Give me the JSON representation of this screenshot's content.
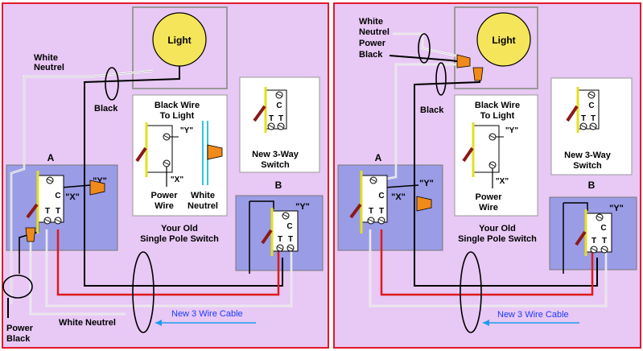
{
  "panels": [
    {
      "light": "Light",
      "white_neutrel_top_1": "White",
      "white_neutrel_top_2": "Neutrel",
      "black_cable": "Black",
      "box_a": "A",
      "box_b": "B",
      "x_marker": "\"X\"",
      "y_marker_a": "\"Y\"",
      "y_marker_b": "\"Y\"",
      "c_a": "C",
      "t1_a": "T",
      "t2_a": "T",
      "c_b": "C",
      "t1_b": "T",
      "t2_b": "T",
      "old_title_1": "Black Wire",
      "old_title_2": "To Light",
      "old_y": "\"Y\"",
      "old_x": "\"X\"",
      "power_wire_1": "Power",
      "power_wire_2": "Wire",
      "white_neutrel_old_1": "White",
      "white_neutrel_old_2": "Neutrel",
      "old_caption_1": "Your Old",
      "old_caption_2": "Single Pole Switch",
      "new_sw_c": "C",
      "new_sw_t1": "T",
      "new_sw_t2": "T",
      "new_sw_1": "New 3-Way",
      "new_sw_2": "Switch",
      "cable_label": "New 3 Wire Cable",
      "white_neutrel_bottom": "White Neutrel",
      "power_black_1": "Power",
      "power_black_2": "Black"
    },
    {
      "light": "Light",
      "white_neutrel_top_1": "White",
      "white_neutrel_top_2": "Neutrel",
      "power_black_1": "Power",
      "power_black_2": "Black",
      "black_cable": "Black",
      "box_a": "A",
      "box_b": "B",
      "x_marker": "\"X\"",
      "y_marker_a": "\"Y\"",
      "y_marker_b": "\"Y\"",
      "c_a": "C",
      "t1_a": "T",
      "t2_a": "T",
      "c_b": "C",
      "t1_b": "T",
      "t2_b": "T",
      "old_title_1": "Black Wire",
      "old_title_2": "To Light",
      "old_y": "\"Y\"",
      "old_x": "\"X\"",
      "power_wire_1": "Power",
      "power_wire_2": "Wire",
      "old_caption_1": "Your Old",
      "old_caption_2": "Single Pole Switch",
      "new_sw_c": "C",
      "new_sw_t1": "T",
      "new_sw_t2": "T",
      "new_sw_1": "New 3-Way",
      "new_sw_2": "Switch",
      "cable_label": "New 3 Wire Cable"
    }
  ],
  "colors": {
    "background": "#e8c8f4",
    "border": "#e01a2a",
    "box": "#9b9ce6",
    "light": "#f5e55a",
    "nut": "#f08a1a",
    "red_wire": "#e01a1a",
    "cyan": "#30c8d8",
    "switch_bar": "#e3e020",
    "toggle": "#8a1a1a",
    "arrow": "#1a9cf0"
  }
}
